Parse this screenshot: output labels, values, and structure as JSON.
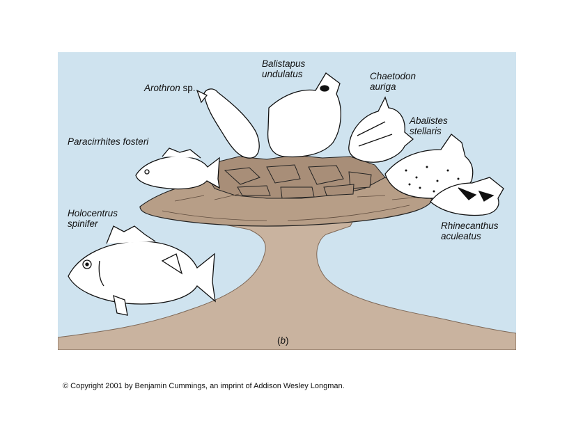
{
  "panel_label": {
    "open": "(",
    "letter": "b",
    "close": ")"
  },
  "fish": [
    {
      "id": "balistapus",
      "genus": "Balistapus",
      "species": "undulatus"
    },
    {
      "id": "chaetodon",
      "genus": "Chaetodon",
      "species": "auriga"
    },
    {
      "id": "arothron",
      "genus": "Arothron",
      "species": "sp."
    },
    {
      "id": "abalistes",
      "genus": "Abalistes",
      "species": "stellaris"
    },
    {
      "id": "paracirrhites",
      "genus": "Paracirrhites",
      "species": "fosteri"
    },
    {
      "id": "holocentrus",
      "genus": "Holocentrus",
      "species": "spinifer"
    },
    {
      "id": "rhinecanthus",
      "genus": "Rhinecanthus",
      "species": "aculeatus"
    }
  ],
  "copyright": "© Copyright 2001 by Benjamin Cummings, an imprint of Addison Wesley Longman.",
  "colors": {
    "water": "#cfe3ef",
    "seafloor": "#c9b39f",
    "coral_plate": "#b79e87",
    "coral_shadow": "#7d6756",
    "fish_fill": "#ffffff",
    "outline": "#111111"
  }
}
